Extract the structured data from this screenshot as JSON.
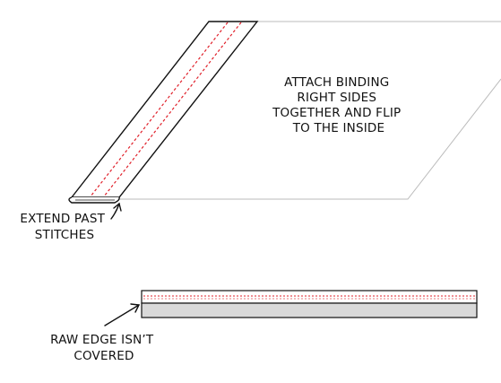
{
  "labels": {
    "attach_binding": [
      "ATTACH BINDING",
      "RIGHT SIDES",
      "TOGETHER AND FLIP",
      "TO THE INSIDE"
    ],
    "extend_past": [
      "EXTEND PAST",
      "STITCHES"
    ],
    "raw_edge": [
      "RAW EDGE ISN’T",
      "COVERED"
    ]
  },
  "colors": {
    "outline": "#111111",
    "fabric_edge": "#bbbbbb",
    "stitch": "#e0202a",
    "fabric_fill": "#d9d9d9",
    "binding_fill": "#ffffff"
  }
}
